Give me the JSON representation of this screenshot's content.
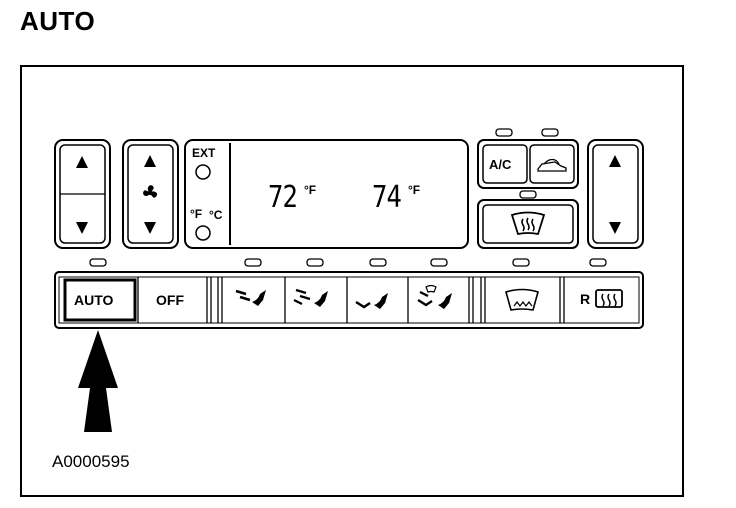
{
  "title": "AUTO",
  "reference": "A0000595",
  "panel": {
    "ext_label": "EXT",
    "f_label": "°F",
    "c_label": "°C",
    "left_temp": "72",
    "right_temp": "74",
    "temp_unit": "°F",
    "ac_label": "A/C",
    "rear_defrost_letter": "R"
  },
  "buttons": {
    "auto": "AUTO",
    "off": "OFF"
  },
  "icons": [
    "up-arrow-icon",
    "down-arrow-icon",
    "fan-icon",
    "recirculation-icon",
    "windshield-defrost-icon",
    "panel-vent-icon",
    "bilevel-vent-icon",
    "floor-vent-icon",
    "floor-defrost-icon",
    "rear-defrost-icon"
  ]
}
